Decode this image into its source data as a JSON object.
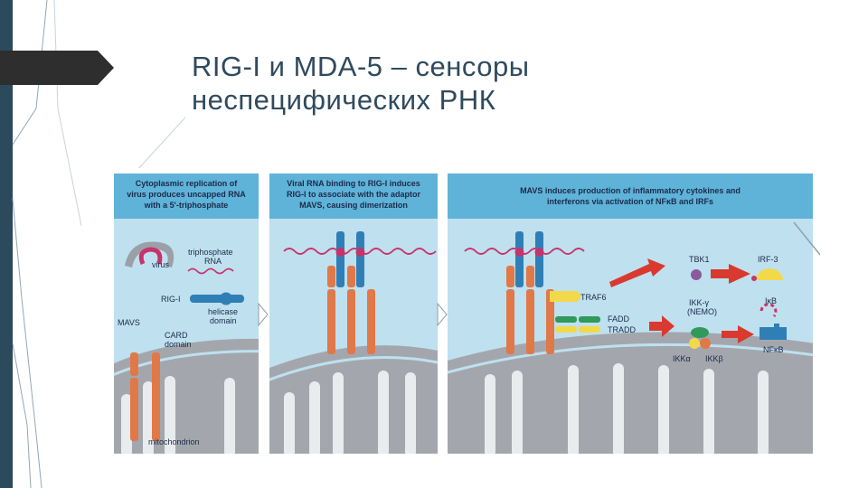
{
  "slide": {
    "title_line1": "RIG-I и MDA-5 – сенсоры",
    "title_line2": "неспецифических РНК",
    "colors": {
      "sidebar": "#2b4a5c",
      "header_fill": "#5fb3d8",
      "panel_fill": "#bfe0ef",
      "mitochondrion": "#a3a7ad",
      "mavs": "#e07848",
      "rig_i": "#2f7fb6",
      "rna": "#c8336b",
      "arrow": "#d9392f"
    }
  },
  "panels": [
    {
      "lines": [
        "Cytoplasmic replication of",
        "virus produces uncapped RNA",
        "with a 5'-triphosphate"
      ]
    },
    {
      "lines": [
        "Viral RNA binding to RIG-I induces",
        "RIG-I to associate with the adaptor",
        "MAVS, causing dimerization"
      ]
    },
    {
      "lines": [
        "MAVS induces production of inflammatory cytokines and",
        "interferons via activation of NFκB and IRFs"
      ]
    }
  ],
  "labels": {
    "virus": "virus",
    "triphosphate_line1": "triphosphate",
    "triphosphate_line2": "RNA",
    "rig_i": "RIG-I",
    "helicase_line1": "helicase",
    "helicase_line2": "domain",
    "mavs": "MAVS",
    "card_line1": "CARD",
    "card_line2": "domain",
    "mitochondrion": "mitochondrion",
    "traf6": "TRAF6",
    "fadd": "FADD",
    "tradd": "TRADD",
    "tbk1": "TBK1",
    "irf3": "IRF-3",
    "ikkg_line1": "IKK-γ",
    "ikkg_line2": "(NEMO)",
    "ikb": "IκB",
    "nfkb": "NFκB",
    "ikka": "IKKα",
    "ikkb": "IKKβ"
  }
}
